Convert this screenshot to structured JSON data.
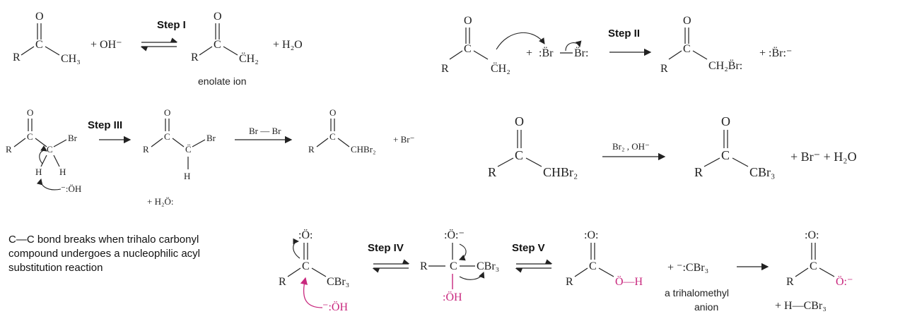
{
  "steps": {
    "s1": "Step I",
    "s2": "Step II",
    "s3": "Step III",
    "s4": "Step IV",
    "s5": "Step V"
  },
  "labels": {
    "enolate": "enolate ion",
    "trihalomethyl_line1": "a trihalomethyl",
    "trihalomethyl_line2": "anion",
    "reagent_br2": "Br — Br",
    "reagent_br2_oh": "Br₂ , OH⁻"
  },
  "description": {
    "line1": "C—C bond breaks when trihalo carbonyl",
    "line2": "compound undergoes a nucleophilic acyl",
    "line3": "substitution reaction"
  },
  "species": {
    "oh_minus": "+ OH⁻",
    "h2o": "+ H₂O",
    "br2_plus": "+",
    "br_minus_plus": "+ :B̈r:⁻",
    "br_minus": "+ Br⁻",
    "h2o_lone": "+ H₂Ö:",
    "br_minus_h2o": "+ Br⁻  + H₂O",
    "cbr3_plus": "+ ⁻:CBr₃",
    "h_cbr3": "+ H—CBr₃"
  },
  "colors": {
    "accent": "#c8287e",
    "ink": "#222222"
  }
}
